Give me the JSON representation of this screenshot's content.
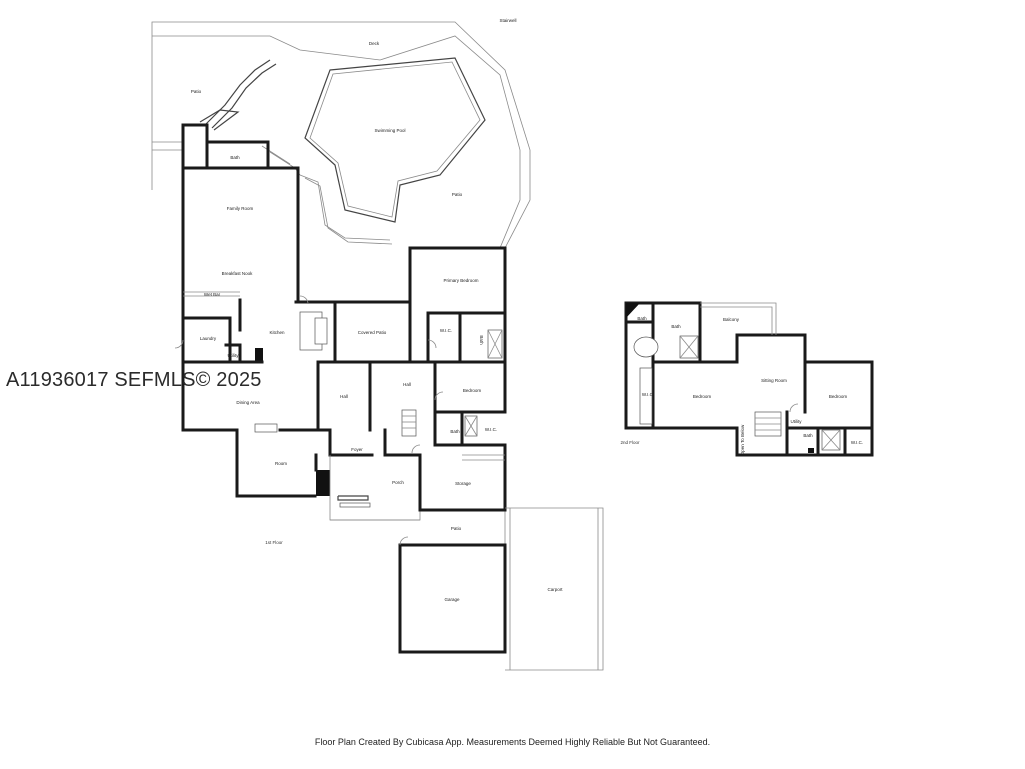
{
  "watermark": "A11936017 SEFMLS© 2025",
  "footer": "Floor Plan Created By Cubicasa App. Measurements Deemed Highly Reliable But Not Guaranteed.",
  "floors": {
    "first": {
      "label": "1st Floor",
      "rooms": {
        "stairwell": "Stairwell",
        "deck": "Deck",
        "patio_nw": "Patio",
        "swimming_pool": "Swimming Pool",
        "patio_pool": "Patio",
        "bath_top": "Bath",
        "family_room": "Family Room",
        "breakfast_nook": "Breakfast Nook",
        "wet_bar": "Wet Bar",
        "laundry": "Laundry",
        "utility": "Utility",
        "kitchen": "Kitchen",
        "covered_patio": "Covered Patio",
        "primary_bedroom": "Primary Bedroom",
        "wic_primary": "W.I.C.",
        "bath_primary": "Bath",
        "dining_area": "Dining Area",
        "hall_left": "Hall",
        "hall_center": "Hall",
        "bedroom": "Bedroom",
        "bath_mid": "Bath",
        "wic_mid": "W.I.C.",
        "room": "Room",
        "foyer": "Foyer",
        "porch": "Porch",
        "storage": "Storage",
        "patio_south": "Patio",
        "garage": "Garage",
        "carport": "Carport"
      }
    },
    "second": {
      "label": "2nd Floor",
      "rooms": {
        "bath_small": "Bath",
        "bath": "Bath",
        "balcony": "Balcony",
        "wic": "W.I.C.",
        "bedroom_left": "Bedroom",
        "sitting_room": "Sitting Room",
        "bedroom_right": "Bedroom",
        "open_to_below": "Open To Below",
        "utility": "Utility",
        "bath_lower": "Bath",
        "wic_lower": "W.I.C."
      }
    }
  }
}
